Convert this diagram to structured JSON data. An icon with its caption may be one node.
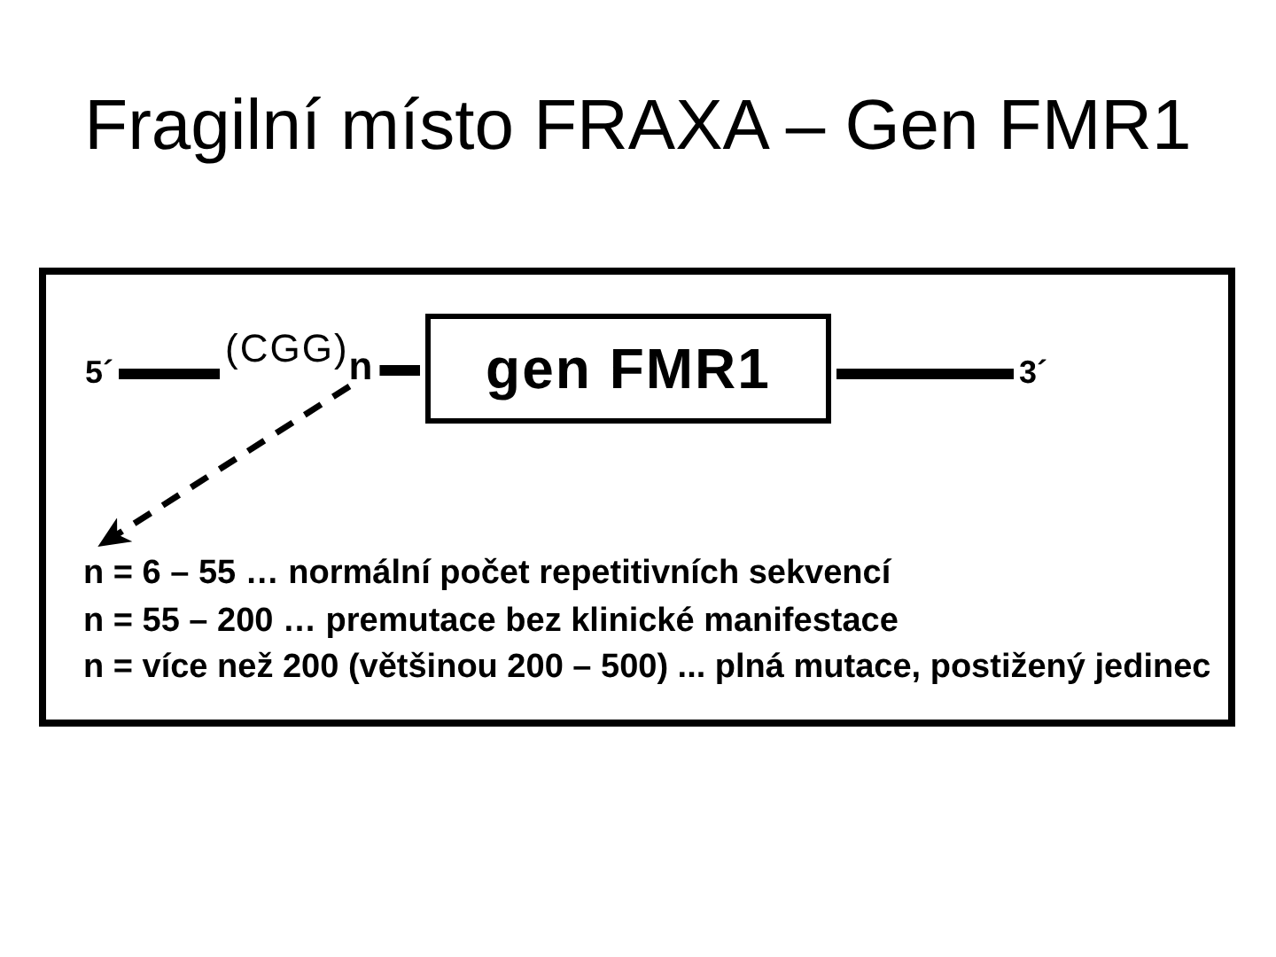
{
  "diagram": {
    "title": "Fragilní místo FRAXA – Gen FMR1",
    "nodes": [
      {
        "text": [
          "5´"
        ]
      },
      {
        "text": [
          "(CGG)$_{n}$"
        ]
      },
      {
        "text": [
          "gen FMR1"
        ]
      },
      {
        "text": [
          "3´"
        ]
      },
      {
        "text": [
          "n = 6 – 55 … normální počet repetitivních sekvencí",
          "n = 55 – 200 … premutace bez klinické manifestace",
          "n = více než 200 (většinou 200 – 500) ... plná mutace, postižený jedinec"
        ]
      }
    ],
    "edges": [
      {
        "from": 0,
        "to": 1,
        "arrow": "none"
      },
      {
        "from": 1,
        "to": 2,
        "arrow": "none"
      },
      {
        "from": 2,
        "to": 3,
        "arrow": "none"
      },
      {
        "from": 1,
        "to": 4,
        "arrow": "to",
        "style": "dashed"
      }
    ]
  }
}
